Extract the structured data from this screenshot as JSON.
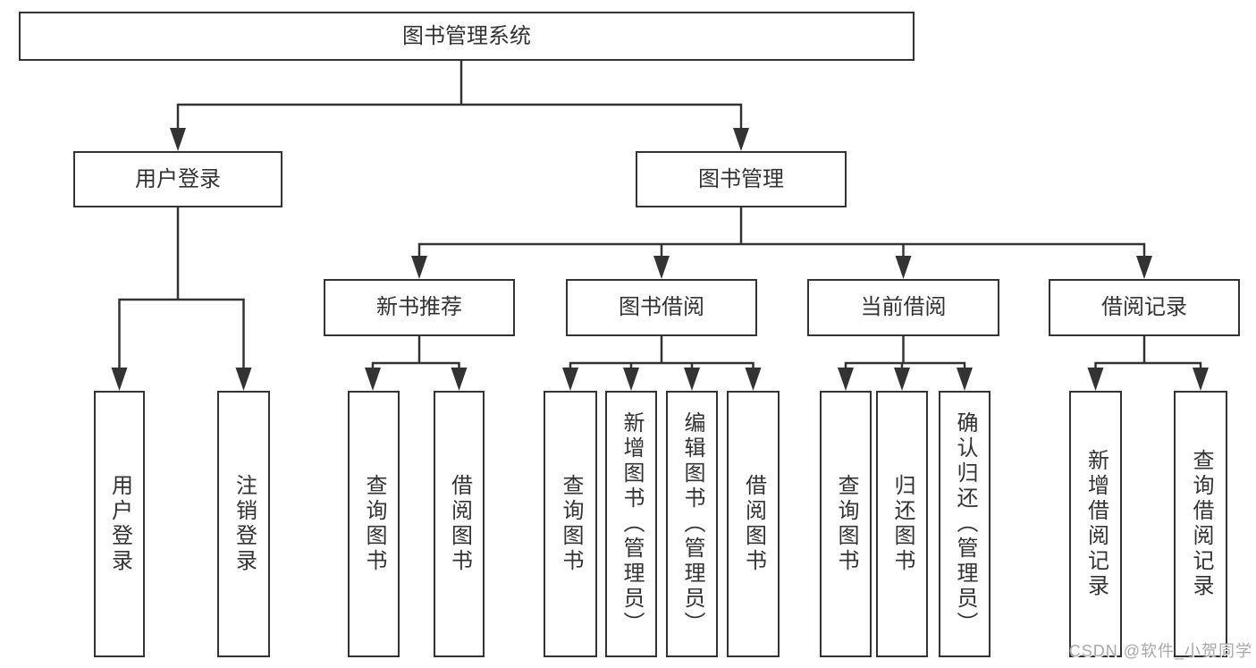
{
  "nodes": {
    "root": "图书管理系统",
    "user_login": "用户登录",
    "book_management": "图书管理",
    "new_book_recommend": "新书推荐",
    "book_borrowing": "图书借阅",
    "current_borrowing": "当前借阅",
    "borrowing_records": "借阅记录",
    "leaf_user_login": "用户登录",
    "leaf_logout": "注销登录",
    "leaf_query_book_1": "查询图书",
    "leaf_borrow_book_1": "借阅图书",
    "leaf_query_book_2": "查询图书",
    "leaf_add_book_admin": "新增图书（管理员）",
    "leaf_edit_book_admin": "编辑图书（管理员）",
    "leaf_borrow_book_2": "借阅图书",
    "leaf_query_book_3": "查询图书",
    "leaf_return_book": "归还图书",
    "leaf_confirm_return_admin": "确认归还（管理员）",
    "leaf_add_borrow_record": "新增借阅记录",
    "leaf_query_borrow_record": "查询借阅记录"
  },
  "hierarchy": {
    "root": [
      "user_login",
      "book_management"
    ],
    "user_login": [
      "leaf_user_login",
      "leaf_logout"
    ],
    "book_management": [
      "new_book_recommend",
      "book_borrowing",
      "current_borrowing",
      "borrowing_records"
    ],
    "new_book_recommend": [
      "leaf_query_book_1",
      "leaf_borrow_book_1"
    ],
    "book_borrowing": [
      "leaf_query_book_2",
      "leaf_add_book_admin",
      "leaf_edit_book_admin",
      "leaf_borrow_book_2"
    ],
    "current_borrowing": [
      "leaf_query_book_3",
      "leaf_return_book",
      "leaf_confirm_return_admin"
    ],
    "borrowing_records": [
      "leaf_add_borrow_record",
      "leaf_query_borrow_record"
    ]
  },
  "watermark": {
    "text": "CSDN @软件_小贺同学"
  },
  "colors": {
    "line": "#333333",
    "text": "#333333",
    "background": "#ffffff",
    "watermark": "#a8a8a8"
  }
}
